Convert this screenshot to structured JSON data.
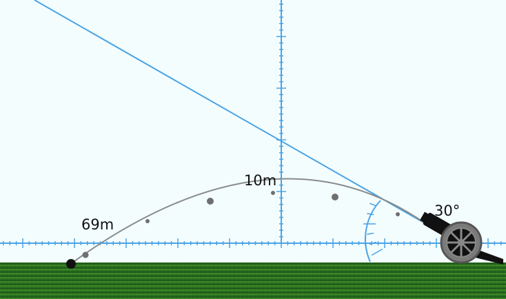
{
  "labels": {
    "max_height": "10m",
    "range": "69m",
    "angle": "30°"
  },
  "colors": {
    "background": "#f3fdfd",
    "axis": "#4aa3e6",
    "aim_line": "#4aa3e6",
    "trajectory": "#8a8a8a",
    "trajectory_points": "#6f6f6f",
    "grass_top": "#3f8f2a",
    "grass_bottom": "#1b5016",
    "cannon_barrel": "#111111",
    "wheel": "#666666"
  },
  "icons": {
    "cannon": "cannon-icon",
    "cannonball": "cannonball-icon"
  }
}
